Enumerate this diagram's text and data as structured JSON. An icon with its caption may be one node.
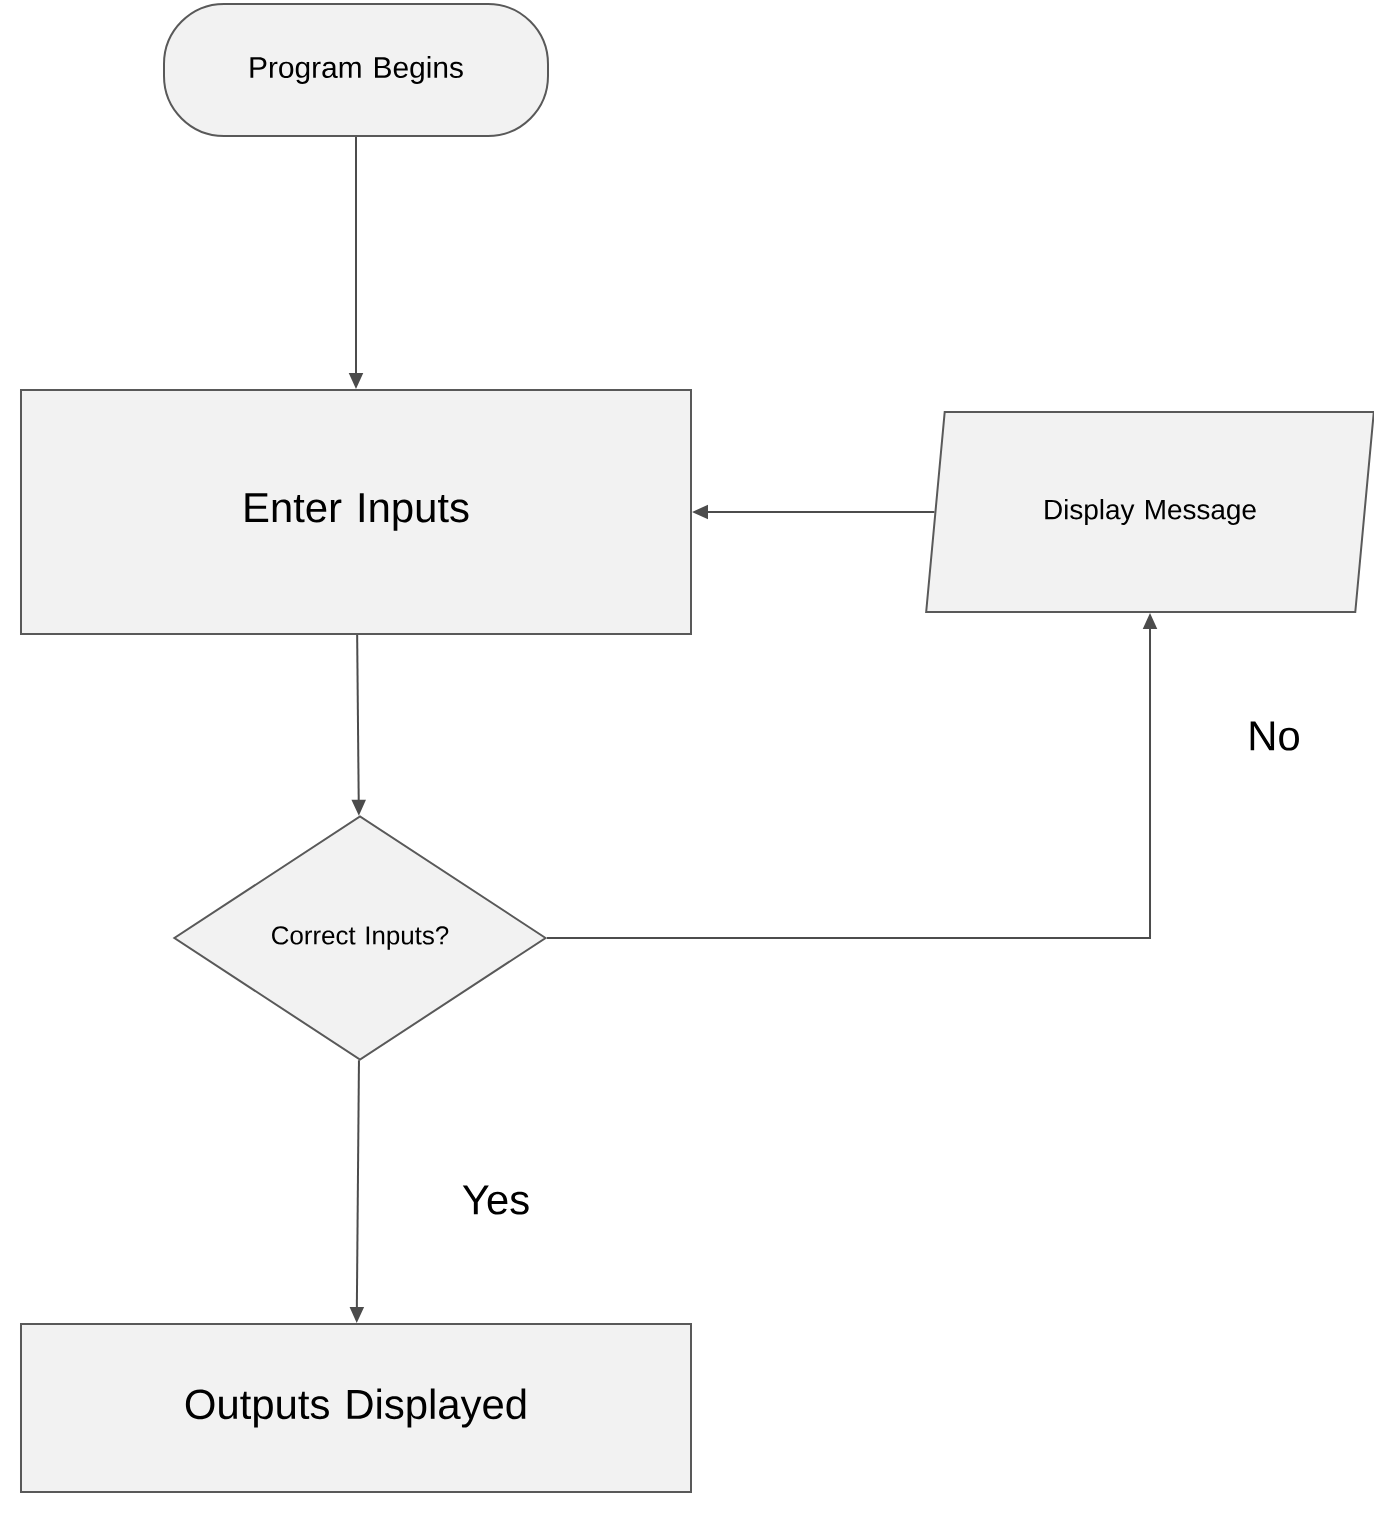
{
  "diagram": {
    "nodes": [
      {
        "text": [
          "Program Begins"
        ]
      },
      {
        "text": [
          "Enter Inputs"
        ]
      },
      {
        "text": [
          "Display Message"
        ]
      },
      {
        "text": [
          "Correct Inputs?"
        ]
      },
      {
        "text": [
          "Outputs Displayed"
        ]
      }
    ],
    "edges": [
      {
        "from": 0,
        "to": 1,
        "arrow": "to"
      },
      {
        "from": 1,
        "to": 3,
        "arrow": "to"
      },
      {
        "from": 3,
        "to": 2,
        "arrow": "to",
        "label": "No"
      },
      {
        "from": 2,
        "to": 1,
        "arrow": "to"
      },
      {
        "from": 3,
        "to": 4,
        "arrow": "to",
        "label": "Yes"
      }
    ]
  }
}
